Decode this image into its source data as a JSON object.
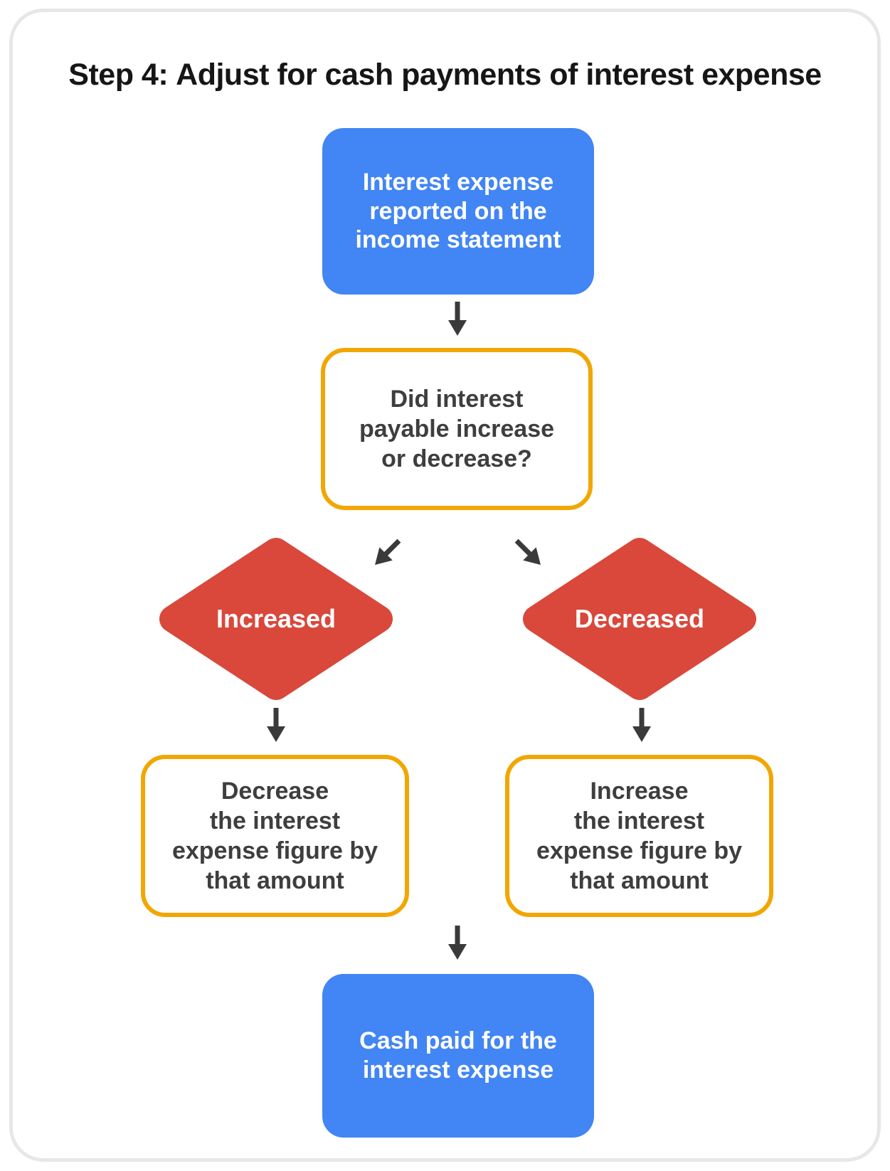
{
  "title": {
    "prefix": "Step 4:",
    "rest": "Adjust for cash payments of interest expense"
  },
  "flowchart": {
    "nodes": {
      "interest_expense": {
        "type": "process",
        "text": "Interest expense\nreported on the\nincome statement"
      },
      "question": {
        "type": "decision-question",
        "text": "Did interest\npayable increase\nor decrease?"
      },
      "increased": {
        "type": "decision-branch",
        "label": "Increased"
      },
      "decreased": {
        "type": "decision-branch",
        "label": "Decreased"
      },
      "decrease_action": {
        "type": "action",
        "text": "Decrease\nthe interest\nexpense figure by\nthat amount"
      },
      "increase_action": {
        "type": "action",
        "text": "Increase\nthe interest\nexpense figure by\nthat amount"
      },
      "cash_paid": {
        "type": "result",
        "text": "Cash paid for the\ninterest expense"
      }
    },
    "colors": {
      "process_fill": "#4285F4",
      "decision_fill": "#D9483B",
      "outline_stroke": "#F2A602",
      "arrow": "#3A3A3A",
      "text_on_fill": "#FFFFFF",
      "text_dark": "#3E3E3E",
      "card_border": "#E7E7E7"
    }
  }
}
